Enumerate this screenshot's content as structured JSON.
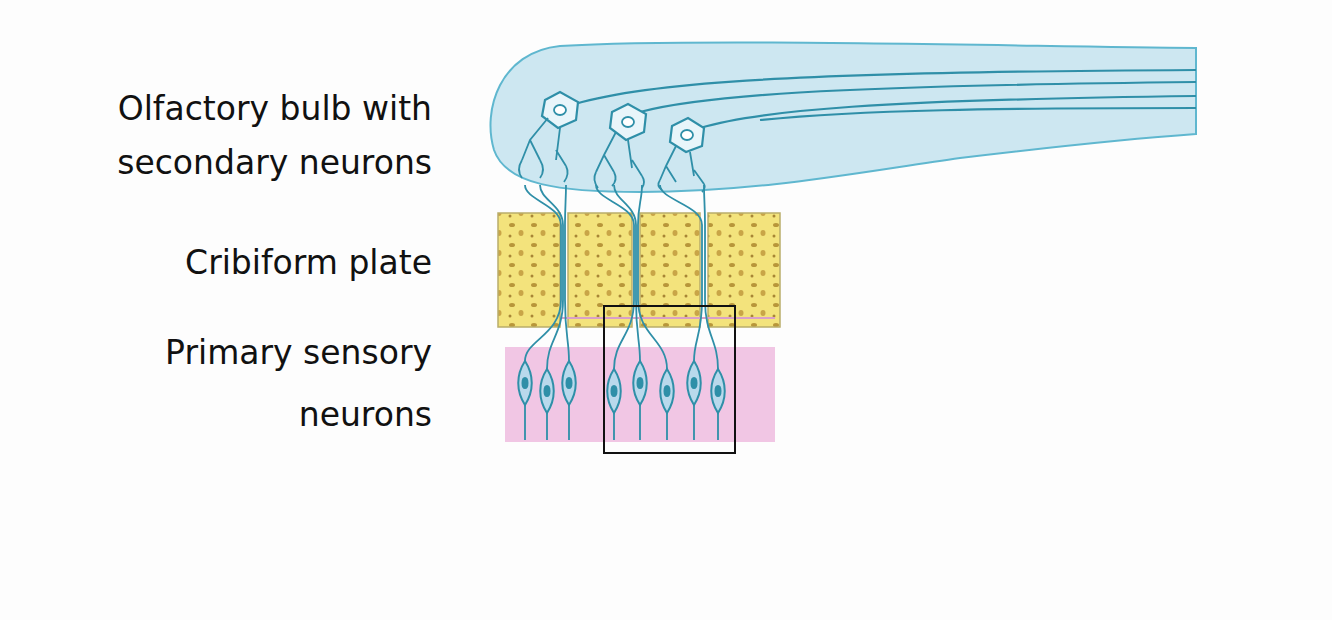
{
  "diagram": {
    "labels": [
      "Olfactory bulb with secondary neurons",
      "Cribiform plate",
      "Primary sensory neurons"
    ]
  }
}
